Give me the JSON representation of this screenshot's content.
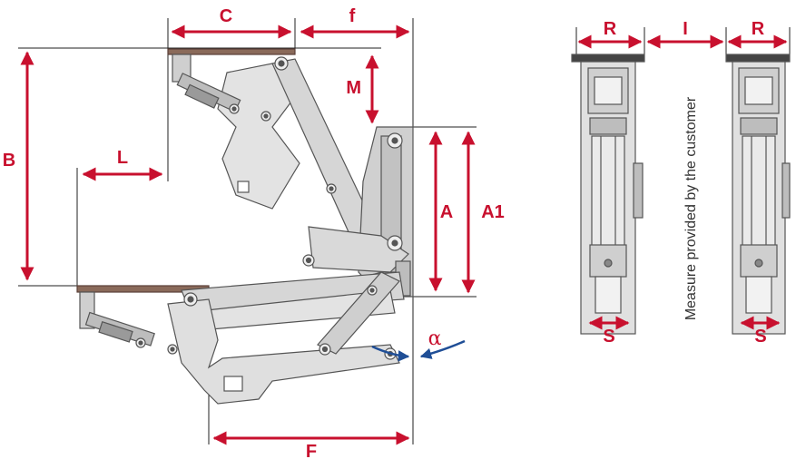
{
  "colors": {
    "dimension": "#c8102e",
    "angle_arrow": "#1f4e96",
    "part_fill": "#dcdcdc",
    "part_stroke": "#555555",
    "guide_line": "#222222",
    "panel_edge": "#8a6a5a"
  },
  "icons": [
    "mechanism-side-view",
    "fitting-front-view",
    "screw-icon"
  ],
  "labels": {
    "C": "C",
    "f": "f",
    "M": "M",
    "B": "B",
    "L": "L",
    "A": "A",
    "A1": "A1",
    "alpha": "α",
    "F": "F",
    "R_left": "R",
    "I": "I",
    "R_right": "R",
    "S_left": "S",
    "S_right": "S"
  },
  "note": "Measure provided by the customer"
}
